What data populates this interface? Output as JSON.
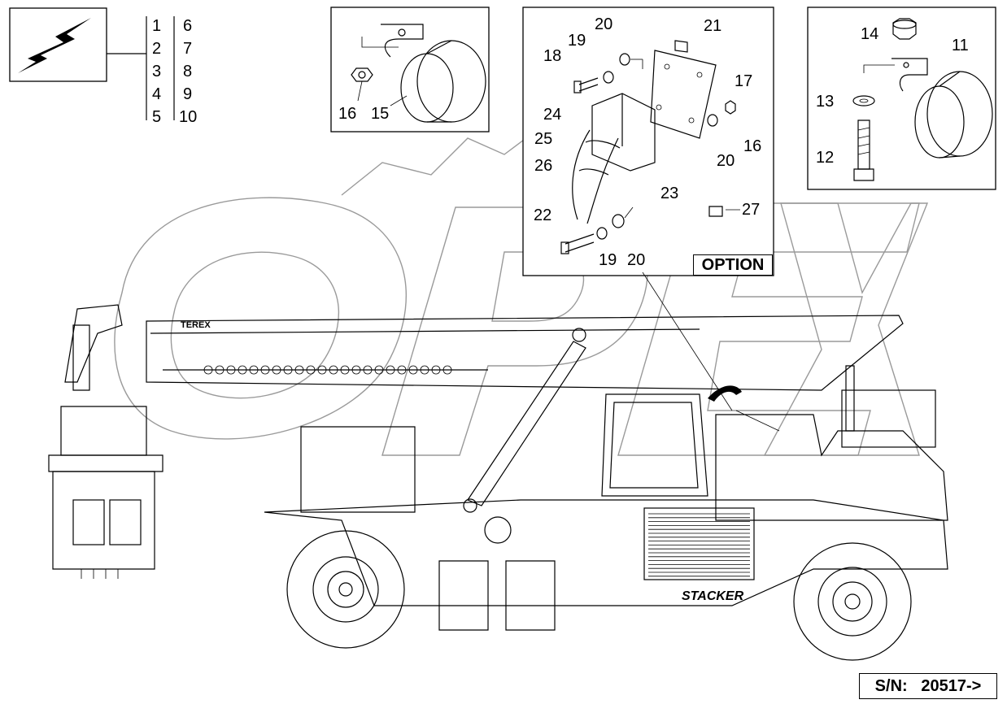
{
  "legend": {
    "col_left": [
      "1",
      "2",
      "3",
      "4",
      "5"
    ],
    "col_right": [
      "6",
      "7",
      "8",
      "9",
      "10"
    ]
  },
  "labels": {
    "p1": "16",
    "p2": "15",
    "p3": "20",
    "p4": "21",
    "p5": "19",
    "p6": "18",
    "p7": "17",
    "p8": "24",
    "p9": "25",
    "p10": "26",
    "p11": "20",
    "p12": "16",
    "p13": "23",
    "p14": "22",
    "p15": "27",
    "p16": "19",
    "p17": "20",
    "p18": "14",
    "p19": "11",
    "p20": "13",
    "p21": "12"
  },
  "branding": {
    "terex": "TEREX",
    "stacker": "STACKER"
  },
  "option_label": "OPTION",
  "serial": {
    "prefix": "S/N:",
    "number": "20517->"
  },
  "watermark": "OPEX"
}
